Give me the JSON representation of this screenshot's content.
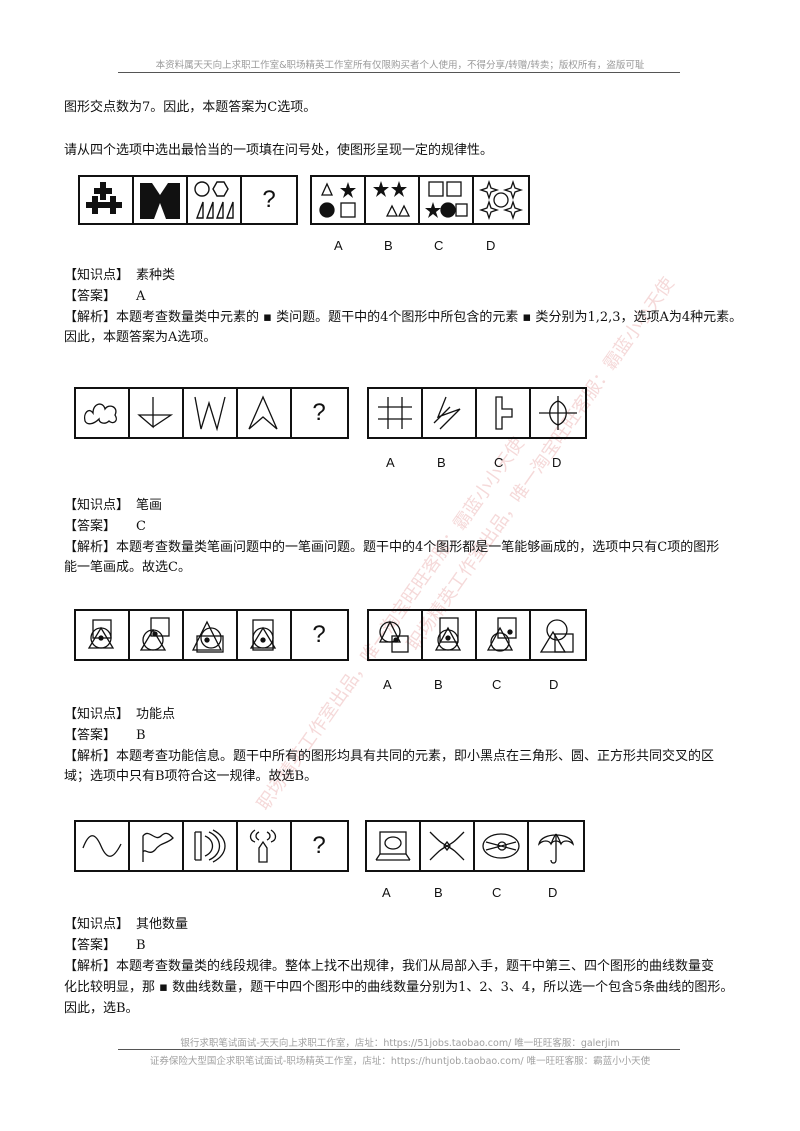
{
  "header": "本资料属天天向上求职工作室&职场精英工作室所有仅限购买者个人使用，不得分享/转赠/转卖；版权所有，盗版可耻",
  "intro_line": "图形交点数为7。因此，本题答案为C选项。",
  "question_prompt": "请从四个选项中选出最恰当的一项填在问号处，使图形呈现一定的规律性。",
  "option_letters": [
    "A",
    "B",
    "C",
    "D"
  ],
  "question_mark": "?",
  "labels": {
    "knowledge": "【知识点】",
    "answer": "【答案】",
    "analysis": "【解析】"
  },
  "questions": [
    {
      "knowledge": "素种类",
      "answer": "A",
      "analysis": [
        "本题考查数量类中元素的 ▪ 类问题。题干中的4个图形中所包含的元素 ▪ 类分别为1,2,3，选项A为4种元素。",
        "因此，本题答案为A选项。"
      ]
    },
    {
      "knowledge": "笔画",
      "answer": "C",
      "analysis": [
        "本题考查数量类笔画问题中的一笔画问题。题干中的4个图形都是一笔能够画成的，选项中只有C项的图形",
        "能一笔画成。故选C。"
      ]
    },
    {
      "knowledge": "功能点",
      "answer": "B",
      "analysis": [
        "本题考查功能信息。题干中所有的图形均具有共同的元素，即小黑点在三角形、圆、正方形共同交叉的区",
        "域；选项中只有B项符合这一规律。故选B。"
      ]
    },
    {
      "knowledge": "其他数量",
      "answer": "B",
      "analysis": [
        "本题考查数量类的线段规律。整体上找不出规律，我们从局部入手，题干中第三、四个图形的曲线数量变",
        "化比较明显，那 ▪ 数曲线数量，题干中四个图形中的曲线数量分别为1、2、3、4，所以选一个包含5条曲线的图形。",
        "因此，选B。"
      ]
    }
  ],
  "footer": [
    "银行求职笔试面试-天天向上求职工作室，店址：https://51jobs.taobao.com/ 唯一旺旺客服：galerjim",
    "证券保险大型国企求职笔试面试-职场精英工作室，店址：https://huntjob.taobao.com/ 唯一旺旺客服：霸蓝小小天使"
  ],
  "watermarks": [
    "职场精英工作室出品，唯一淘宝旺旺客服：霸蓝小小天使",
    "职场精英工作室出品，唯一淘宝旺旺客服：霸蓝小小天使"
  ]
}
